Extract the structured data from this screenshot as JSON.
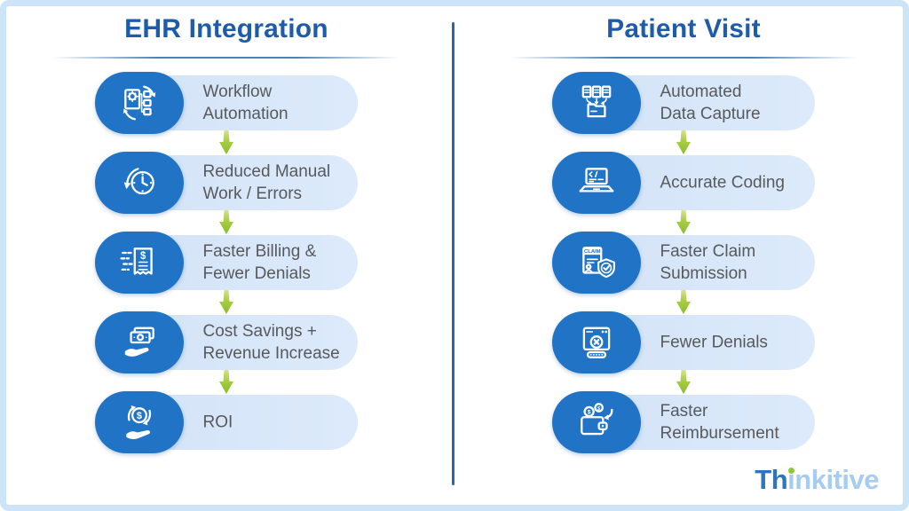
{
  "columns": [
    {
      "title": "EHR Integration",
      "items": [
        {
          "label": "Workflow\nAutomation",
          "icon": "workflow-automation-icon"
        },
        {
          "label": "Reduced Manual\nWork / Errors",
          "icon": "reduced-manual-work-icon"
        },
        {
          "label": "Faster Billing &\nFewer Denials",
          "icon": "faster-billing-icon"
        },
        {
          "label": "Cost Savings +\nRevenue Increase",
          "icon": "cost-savings-icon"
        },
        {
          "label": "ROI",
          "icon": "roi-icon"
        }
      ]
    },
    {
      "title": "Patient Visit",
      "items": [
        {
          "label": "Automated\nData Capture",
          "icon": "automated-data-capture-icon"
        },
        {
          "label": "Accurate Coding",
          "icon": "accurate-coding-icon"
        },
        {
          "label": "Faster Claim\nSubmission",
          "icon": "faster-claim-submission-icon",
          "icon_text": "CLAIM"
        },
        {
          "label": "Fewer Denials",
          "icon": "fewer-denials-icon"
        },
        {
          "label": "Faster\nReimbursement",
          "icon": "faster-reimbursement-icon"
        }
      ]
    }
  ],
  "icon_glyphs": {
    "dollar": "$"
  },
  "logo": {
    "part1": "Th",
    "part2": "ı",
    "part3": "nkitive"
  },
  "colors": {
    "title_blue": "#1e5ca9",
    "badge_blue": "#2173c6",
    "pill_light_blue": "#d6e5f7",
    "arrow_green": "#9cc53a",
    "divider_blue": "#2b68a6",
    "frame_border": "#cde3f8",
    "label_gray": "#58595c",
    "logo_dark_blue": "#2e75c1",
    "logo_light_blue": "#a6ccf2",
    "logo_green_dot": "#8dc63f"
  }
}
